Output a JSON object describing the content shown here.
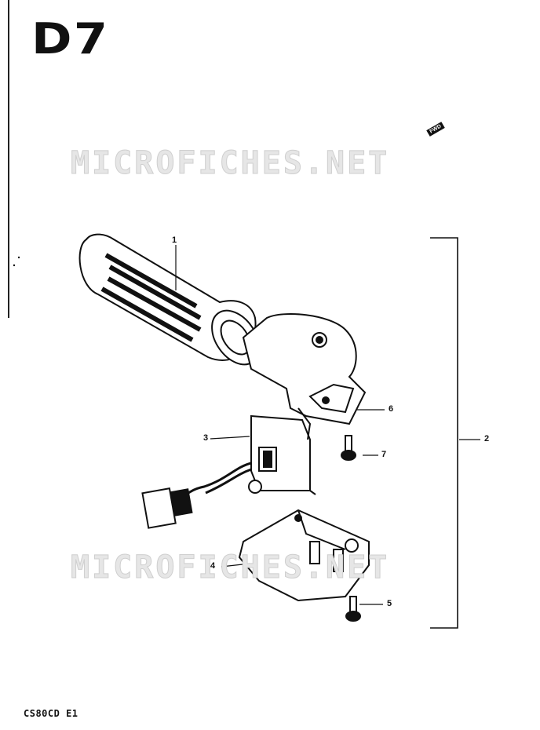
{
  "page_id": "D7",
  "watermark": "MICROFICHES.NET",
  "front_badge": "FWD",
  "callouts": {
    "1": "1",
    "2": "2",
    "3": "3",
    "4": "4",
    "5": "5",
    "6": "6",
    "7": "7"
  },
  "footer_code": "CS80CD E1"
}
